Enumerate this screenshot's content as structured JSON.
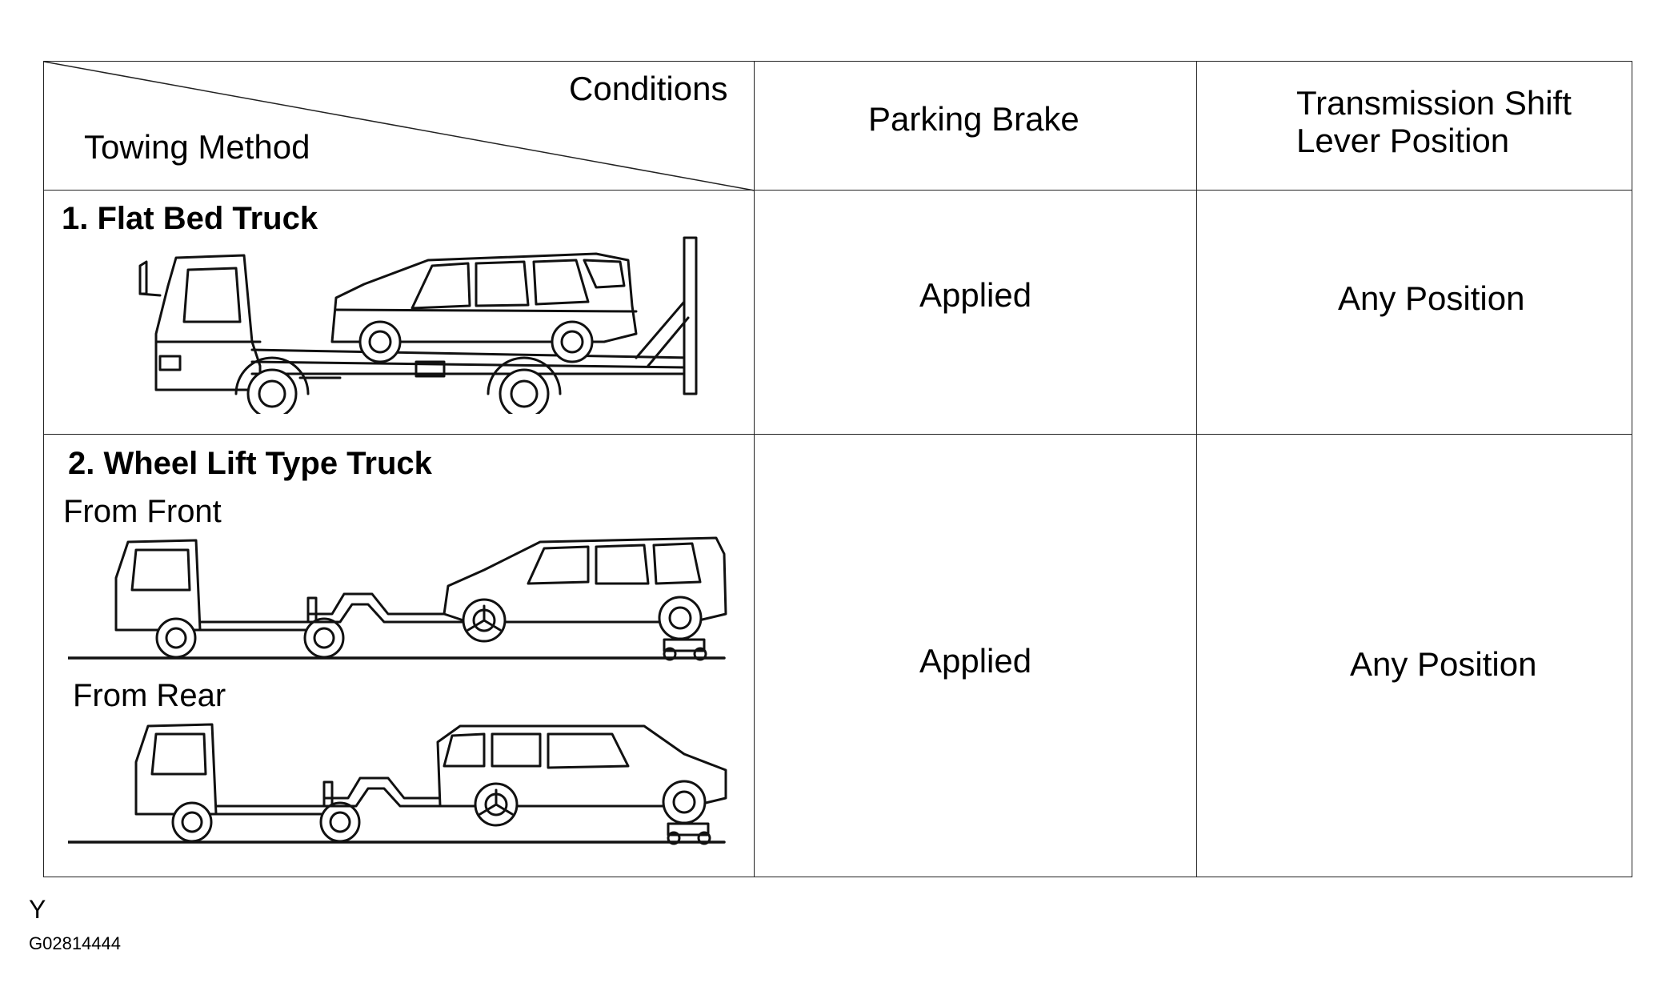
{
  "header": {
    "conditions": "Conditions",
    "towing_method": "Towing Method",
    "parking_brake": "Parking Brake",
    "shift_line1": "Transmission  Shift",
    "shift_line2": "Lever Position"
  },
  "rows": [
    {
      "title": "1. Flat Bed Truck",
      "parking_brake": "Applied",
      "shift_position": "Any Position"
    },
    {
      "title": "2. Wheel Lift Type Truck",
      "from_front": "From Front",
      "from_rear": "From Rear",
      "parking_brake": "Applied",
      "shift_position": "Any Position"
    }
  ],
  "footer": {
    "letter": "Y",
    "code": "G02814444"
  }
}
